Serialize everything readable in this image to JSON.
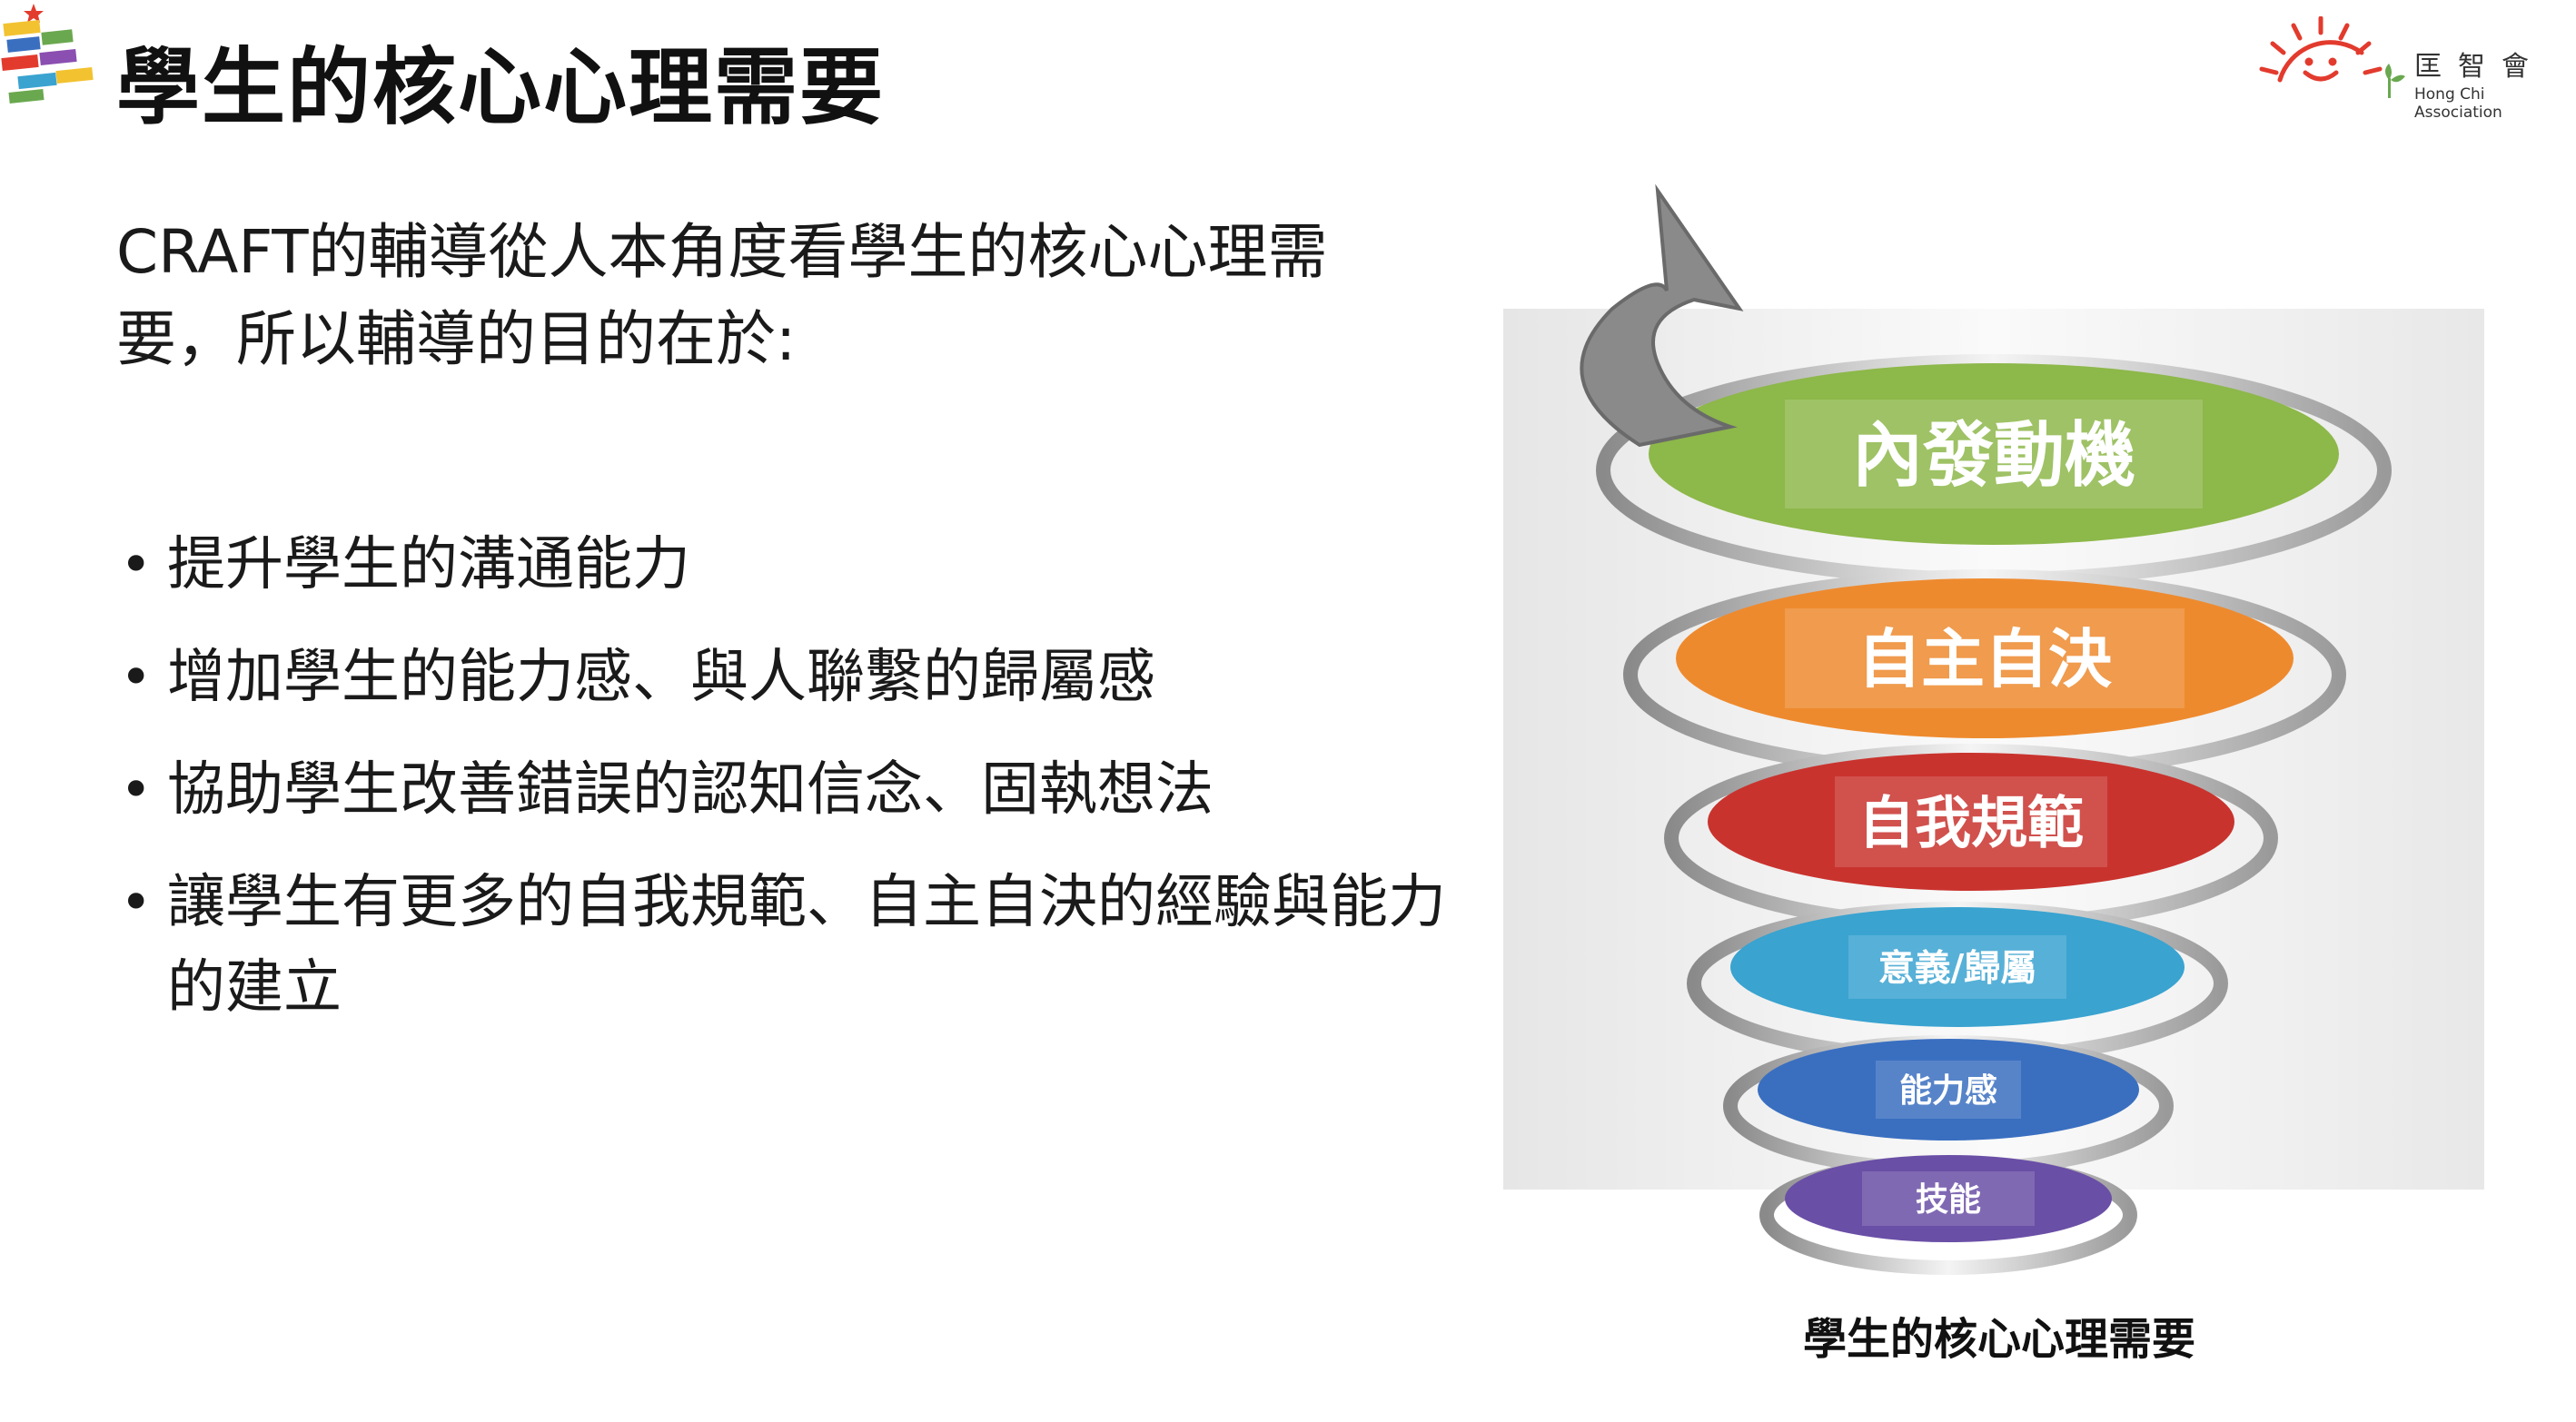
{
  "header": {
    "title": "學生的核心心理需要",
    "org_name": "匡智會",
    "org_english": "Hong Chi Association"
  },
  "intro": "CRAFT的輔導從人本角度看學生的核心心理需要，所以輔導的目的在於:",
  "bullets": [
    "提升學生的溝通能力",
    "增加學生的能力感、與人聯繫的歸屬感",
    "協助學生改善錯誤的認知信念、固執想法",
    "讓學生有更多的自我規範、自主自決的經驗與能力的建立"
  ],
  "diagram": {
    "caption": "學生的核心心理需要",
    "layers": [
      {
        "label": "內發動機",
        "color": "#8db84a"
      },
      {
        "label": "自主自決",
        "color": "#ee8a2e"
      },
      {
        "label": "自我規範",
        "color": "#c9332e"
      },
      {
        "label": "意義/歸屬",
        "color": "#3aa3d0"
      },
      {
        "label": "能力感",
        "color": "#3a6fc0"
      },
      {
        "label": "技能",
        "color": "#6a4fa6"
      }
    ]
  },
  "colors": {
    "logo_star": "#e23b2e",
    "org_sun": "#e23b2e",
    "org_leaf": "#6aa84f"
  }
}
